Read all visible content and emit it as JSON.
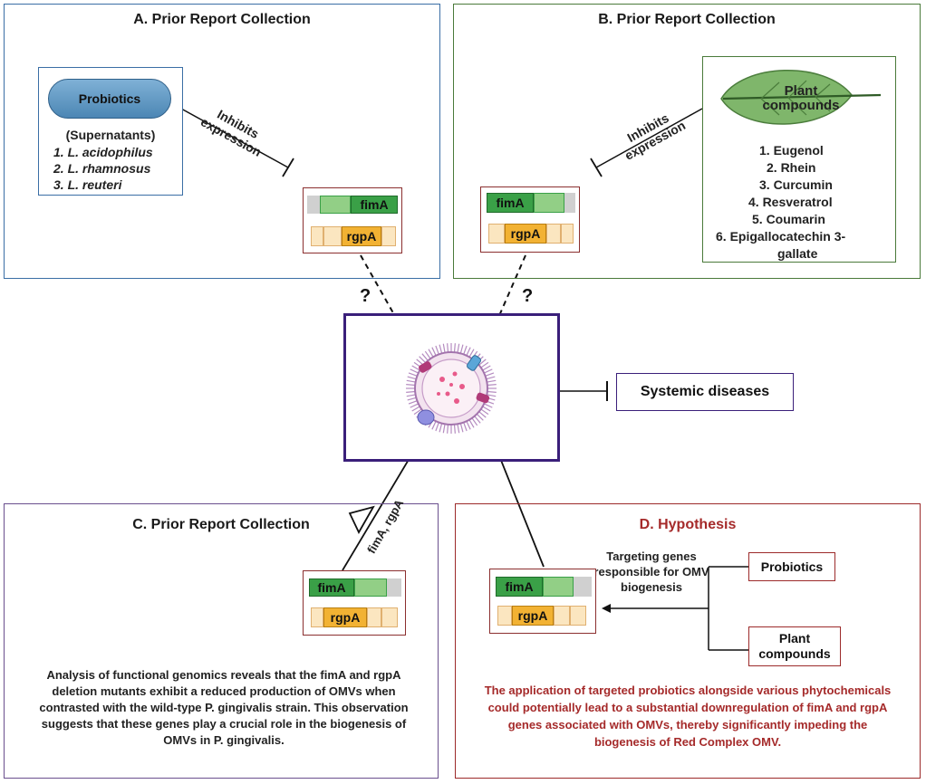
{
  "panels": {
    "a": {
      "title": "A. Prior Report Collection",
      "probiotics_label": "Probiotics",
      "supernatants": "(Supernatants)",
      "species": [
        "1.  L. acidophilus",
        "2.  L. rhamnosus",
        "3.  L. reuteri"
      ],
      "arrow_line1": "Inhibits",
      "arrow_line2": "expression"
    },
    "b": {
      "title": "B. Prior Report Collection",
      "plant_label_line1": "Plant",
      "plant_label_line2": "compounds",
      "compounds": [
        "1.  Eugenol",
        "2.  Rhein",
        "3.  Curcumin",
        "4.  Resveratrol",
        "5.  Coumarin",
        "6.  Epigallocatechin 3-",
        "gallate"
      ],
      "arrow_line1": "Inhibits",
      "arrow_line2": "expression"
    },
    "c": {
      "title": "C. Prior Report Collection",
      "arrow_label": "fimA, rgpA",
      "description": "Analysis of functional genomics reveals that the fimA and rgpA deletion mutants exhibit a reduced production of OMVs when contrasted with the wild-type P. gingivalis strain. This observation suggests that these genes play a crucial role in the biogenesis of OMVs in P. gingivalis."
    },
    "d": {
      "title": "D. Hypothesis",
      "targeting_text": "Targeting genes responsible for OMV biogenesis",
      "probiotics_label": "Probiotics",
      "plant_label": "Plant compounds",
      "description": "The application of targeted probiotics alongside various phytochemicals could potentially lead to a substantial downregulation of fimA and rgpA genes associated with OMVs, thereby significantly impeding the biogenesis of Red Complex OMV."
    }
  },
  "center": {
    "question_mark": "?",
    "systemic_label": "Systemic diseases"
  },
  "genes": {
    "fima": "fimA",
    "rgpa": "rgpA"
  },
  "colors": {
    "panel_a_border": "#3a6ea5",
    "panel_b_border": "#4a7a3a",
    "panel_c_border": "#6a4f8e",
    "panel_d_border": "#9c2a2a",
    "center_border": "#3a1f7a",
    "gene_green_dark": "#3aa047",
    "gene_green_light": "#92cf86",
    "gene_orange": "#f2b233",
    "gene_orange_light": "#fbe6c0",
    "hypothesis_red": "#a52a2a"
  }
}
